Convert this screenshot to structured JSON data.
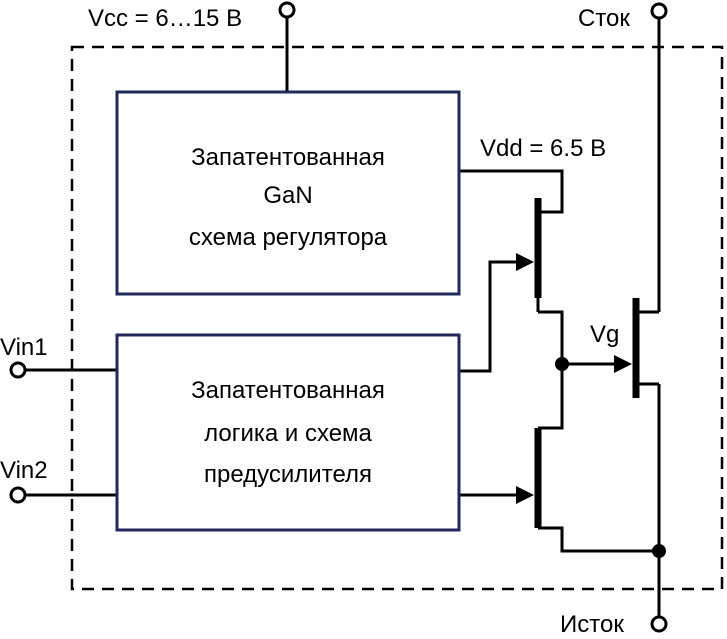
{
  "colors": {
    "wire": "#000000",
    "block_border": "#1f2a5a",
    "background": "#ffffff"
  },
  "labels": {
    "vcc": "Vcc = 6…15 В",
    "drain": "Сток",
    "source": "Исток",
    "vdd": "Vdd = 6.5 В",
    "vg": "Vg",
    "vin1": "Vin1",
    "vin2": "Vin2"
  },
  "blocks": {
    "regulator": {
      "line1": "Запатентованная",
      "line2": "GaN",
      "line3": "схема регулятора"
    },
    "logic": {
      "line1": "Запатентованная",
      "line2": "логика и схема",
      "line3": "предусилителя"
    }
  }
}
